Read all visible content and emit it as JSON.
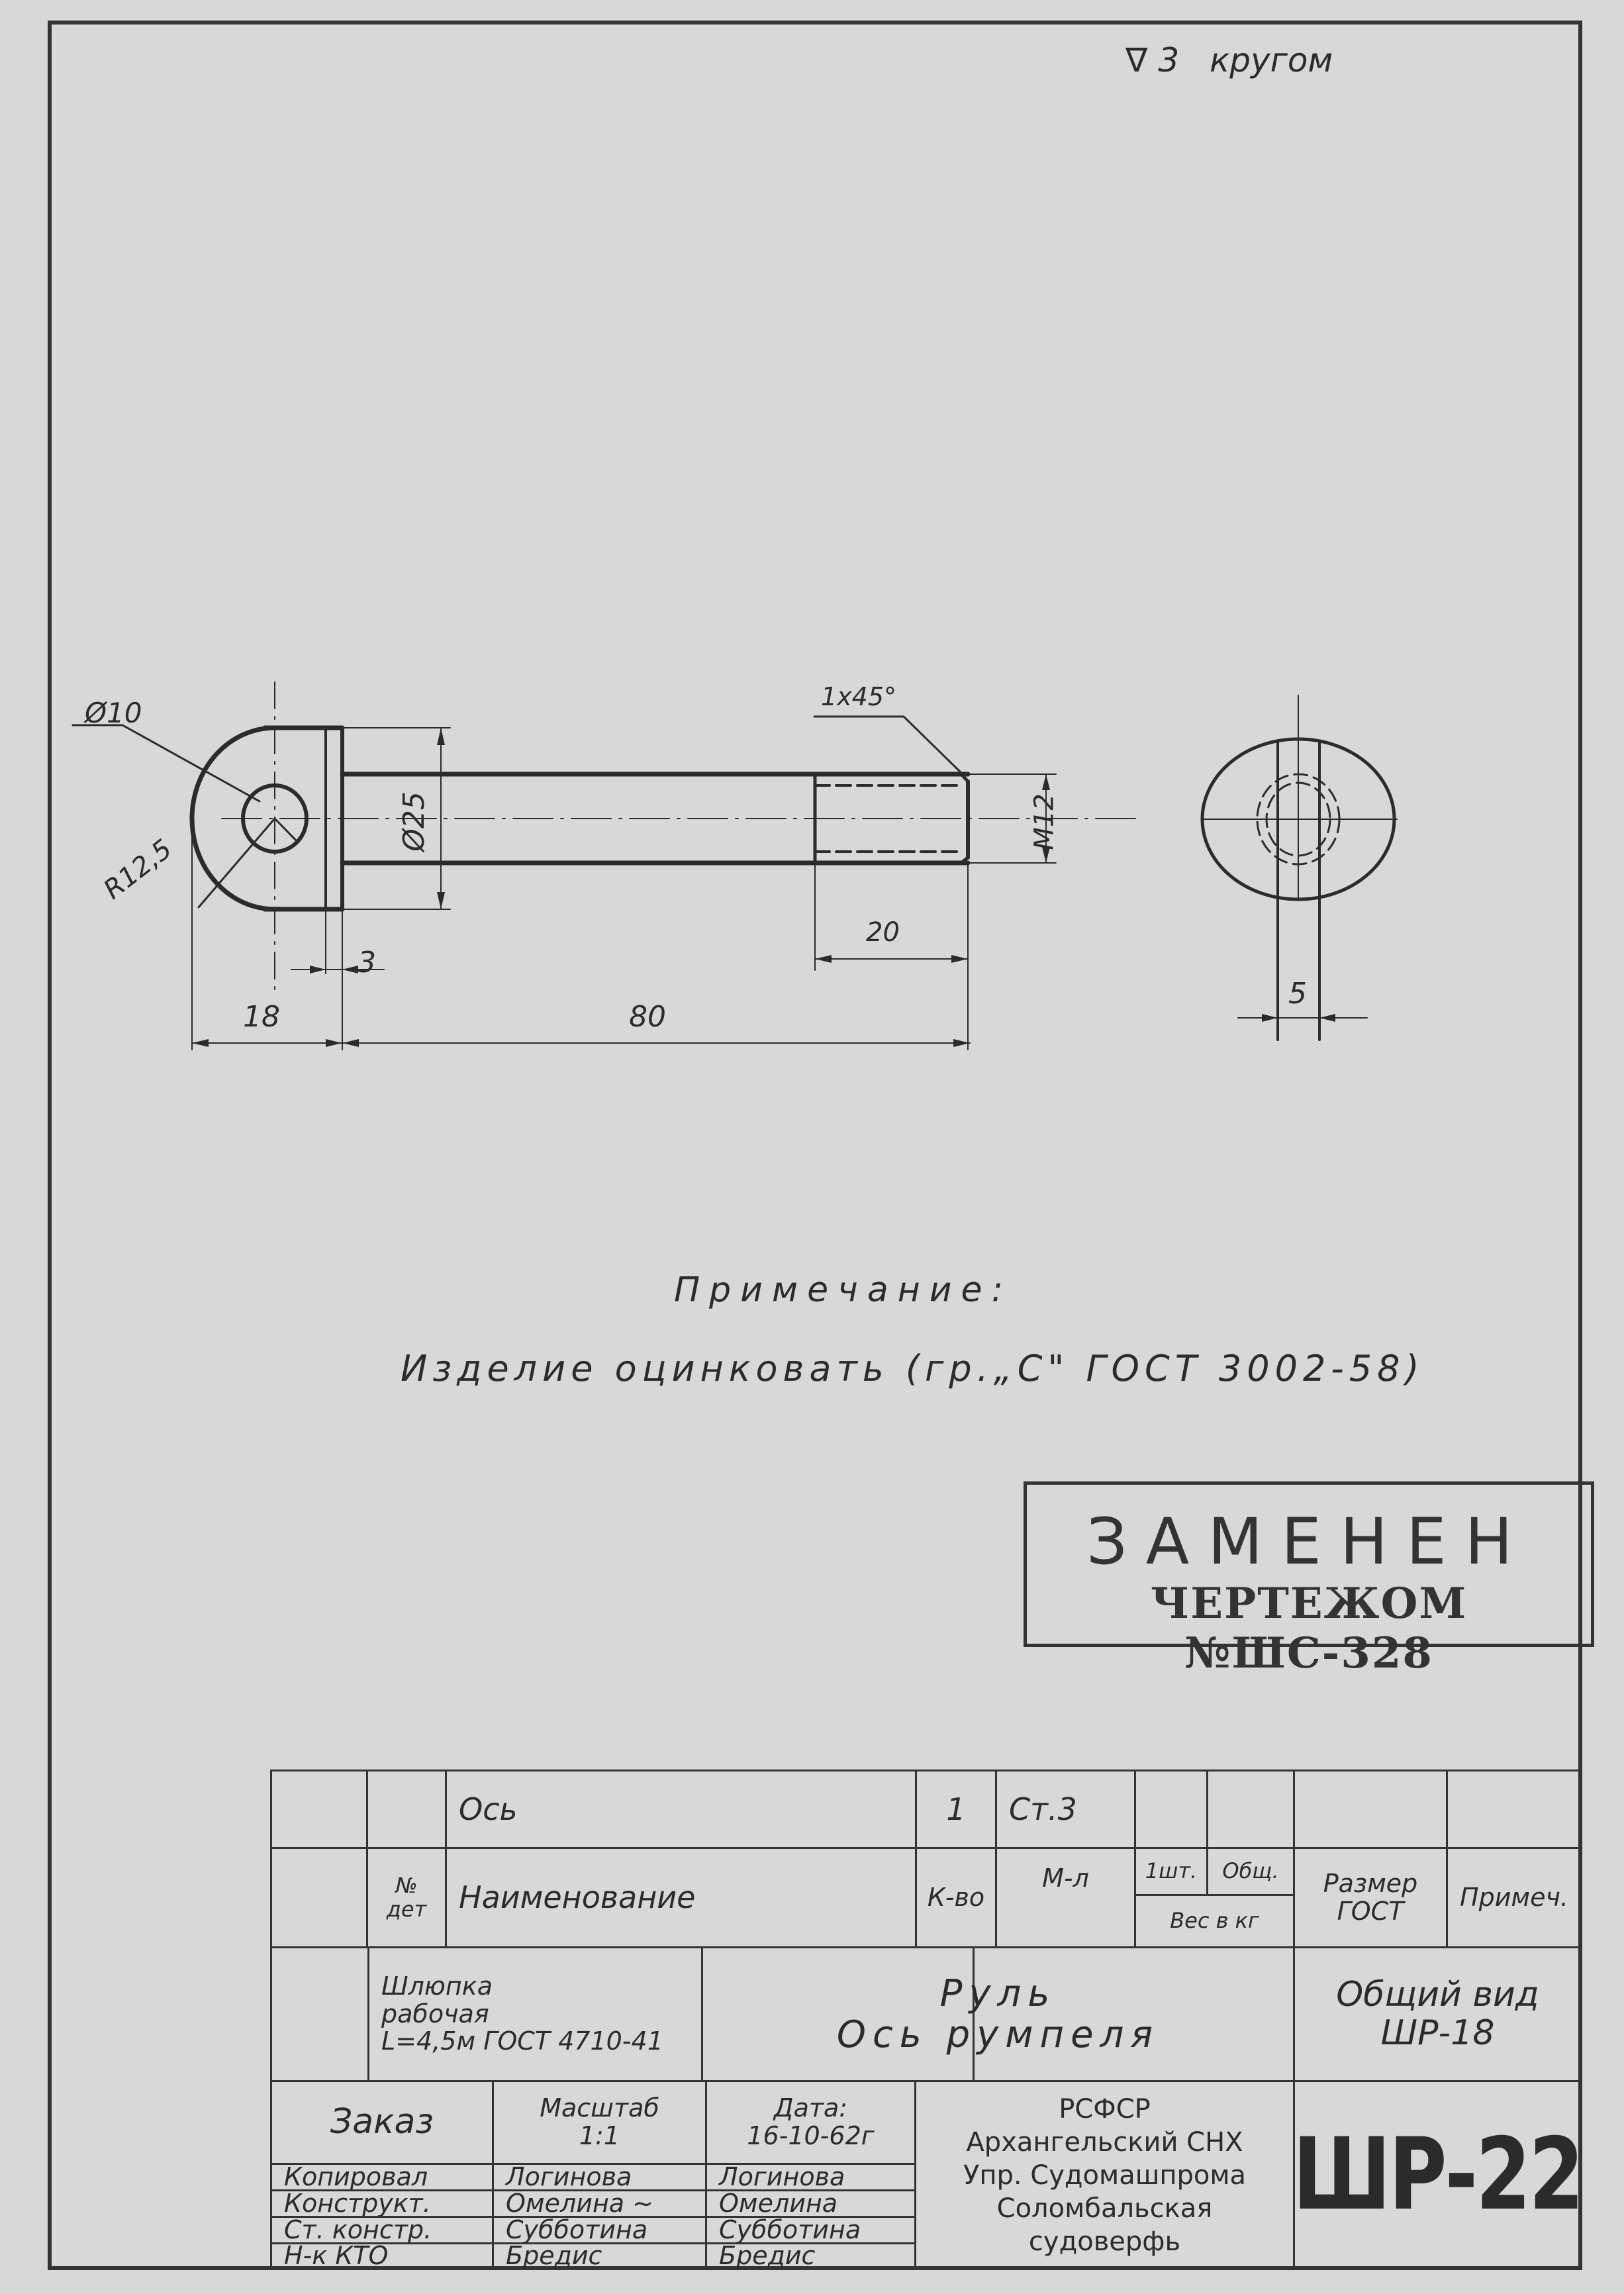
{
  "surface_note": {
    "symbol": "∇",
    "roughness": "3",
    "text": "кругом"
  },
  "drawing": {
    "dimensions": {
      "hole_diameter": "Ø10",
      "head_radius": "R12,5",
      "head_diameter": "Ø25",
      "chamfer": "1x45°",
      "thread": "M12",
      "thread_length": "20",
      "head_length": "18",
      "collar_thickness": "3",
      "shaft_length": "80",
      "slot_width": "5"
    }
  },
  "notes": {
    "heading": "Примечание:",
    "text": "Изделие оцинковать (гр.„С\" ГОСТ 3002-58)"
  },
  "stamp": {
    "line1": "ЗАМЕНЕН",
    "line2": "ЧЕРТЕЖОМ №ШС-328"
  },
  "title_block": {
    "parts_row": {
      "pos": "",
      "name": "Ось",
      "qty": "1",
      "material": "Ст.3",
      "weight_unit": "",
      "weight_total": "",
      "size_gost": "",
      "note": ""
    },
    "header_row": {
      "pos": "№ дет",
      "name": "Наименование",
      "qty": "К-во",
      "material": "М-л",
      "weight_unit": "1шт.",
      "weight_total": "Общ.",
      "weight_label": "Вес в кг",
      "size_gost": "Размер ГОСТ",
      "note": "Примеч."
    },
    "product": {
      "line1": "Шлюпка",
      "line2": "рабочая",
      "line3": "L=4,5м ГОСТ 4710-41"
    },
    "title": {
      "line1": "Руль",
      "line2": "Ось румпеля"
    },
    "assembly": {
      "line1": "Общий вид",
      "line2": "ШР-18"
    },
    "order_label": "Заказ",
    "scale": {
      "label": "Масштаб",
      "value": "1:1"
    },
    "date": {
      "label": "Дата:",
      "value": "16-10-62г"
    },
    "signatures": [
      {
        "role": "Копировал",
        "signature": "Логинова",
        "name": "Логинова"
      },
      {
        "role": "Конструкт.",
        "signature": "Омелина ~",
        "name": "Омелина"
      },
      {
        "role": "Ст. констр.",
        "signature": "Субботина",
        "name": "Субботина"
      },
      {
        "role": "Н-к КТО",
        "signature": "Бредис",
        "name": "Бредис"
      }
    ],
    "organization": {
      "line1": "РСФСР",
      "line2": "Архангельский СНХ",
      "line3": "Упр. Судомашпрома",
      "line4": "Соломбальская",
      "line5": "судоверфь"
    },
    "drawing_number": "ШР-22"
  },
  "colors": {
    "paper": "#d8d8d8",
    "ink": "#2b2b2b"
  }
}
